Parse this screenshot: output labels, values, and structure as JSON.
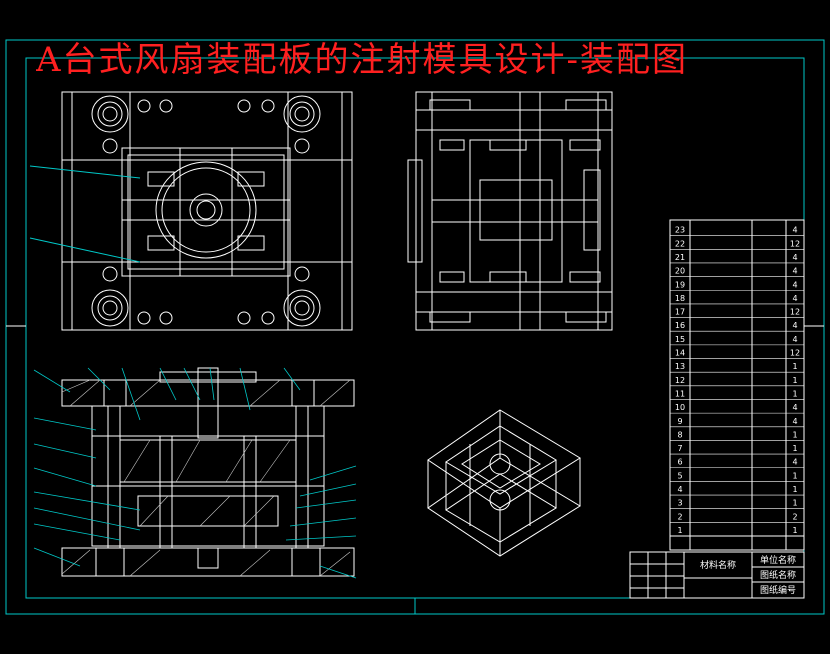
{
  "title": "A台式风扇装配板的注射模具设计-装配图",
  "bom": {
    "rows": [
      {
        "no": "23",
        "name": "",
        "qty": "4"
      },
      {
        "no": "22",
        "name": "",
        "qty": "12"
      },
      {
        "no": "21",
        "name": "",
        "qty": "4"
      },
      {
        "no": "20",
        "name": "",
        "qty": "4"
      },
      {
        "no": "19",
        "name": "",
        "qty": "4"
      },
      {
        "no": "18",
        "name": "",
        "qty": "4"
      },
      {
        "no": "17",
        "name": "",
        "qty": "12"
      },
      {
        "no": "16",
        "name": "",
        "qty": "4"
      },
      {
        "no": "15",
        "name": "",
        "qty": "4"
      },
      {
        "no": "14",
        "name": "",
        "qty": "12"
      },
      {
        "no": "13",
        "name": "",
        "qty": "1"
      },
      {
        "no": "12",
        "name": "",
        "qty": "1"
      },
      {
        "no": "11",
        "name": "",
        "qty": "1"
      },
      {
        "no": "10",
        "name": "",
        "qty": "4"
      },
      {
        "no": "9",
        "name": "",
        "qty": "4"
      },
      {
        "no": "8",
        "name": "",
        "qty": "1"
      },
      {
        "no": "7",
        "name": "",
        "qty": "1"
      },
      {
        "no": "6",
        "name": "",
        "qty": "4"
      },
      {
        "no": "5",
        "name": "",
        "qty": "1"
      },
      {
        "no": "4",
        "name": "",
        "qty": "1"
      },
      {
        "no": "3",
        "name": "",
        "qty": "1"
      },
      {
        "no": "2",
        "name": "",
        "qty": "2"
      },
      {
        "no": "1",
        "name": "",
        "qty": "1"
      }
    ]
  },
  "title_block": {
    "material": "材料名称",
    "unit": "单位名称",
    "drawing_name": "图纸名称",
    "drawing_no": "图纸编号"
  },
  "colors": {
    "frame": "#00c8c8",
    "title": "#ff2020",
    "line": "#ffffff",
    "leader": "#00c8c8",
    "label": "#ffff66"
  }
}
